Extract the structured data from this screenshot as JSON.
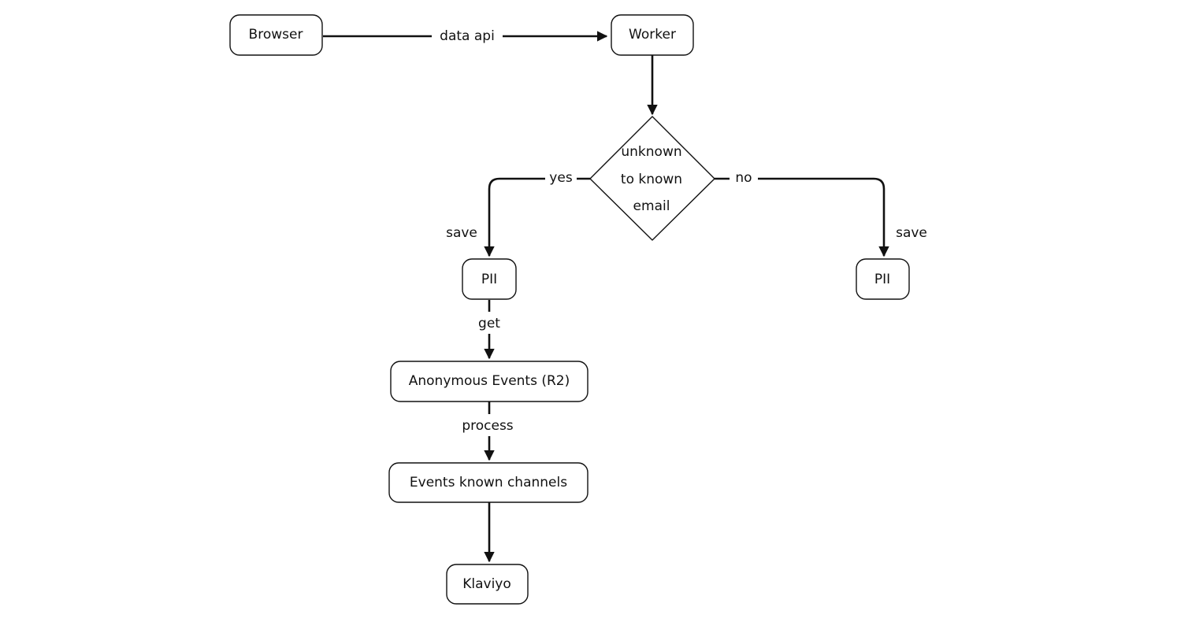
{
  "diagram": {
    "nodes": {
      "browser": "Browser",
      "worker": "Worker",
      "decision": [
        "unknown",
        "to known",
        "email"
      ],
      "pii_left": "PII",
      "pii_right": "PII",
      "anonymous_events": "Anonymous Events (R2)",
      "events_known": "Events known channels",
      "klaviyo": "Klaviyo"
    },
    "edges": {
      "browser_worker": "data api",
      "decision_yes": "yes",
      "decision_no": "no",
      "save_left": "save",
      "save_right": "save",
      "get": "get",
      "process": "process"
    },
    "colors": {
      "stroke": "#111111",
      "background": "#ffffff"
    }
  }
}
